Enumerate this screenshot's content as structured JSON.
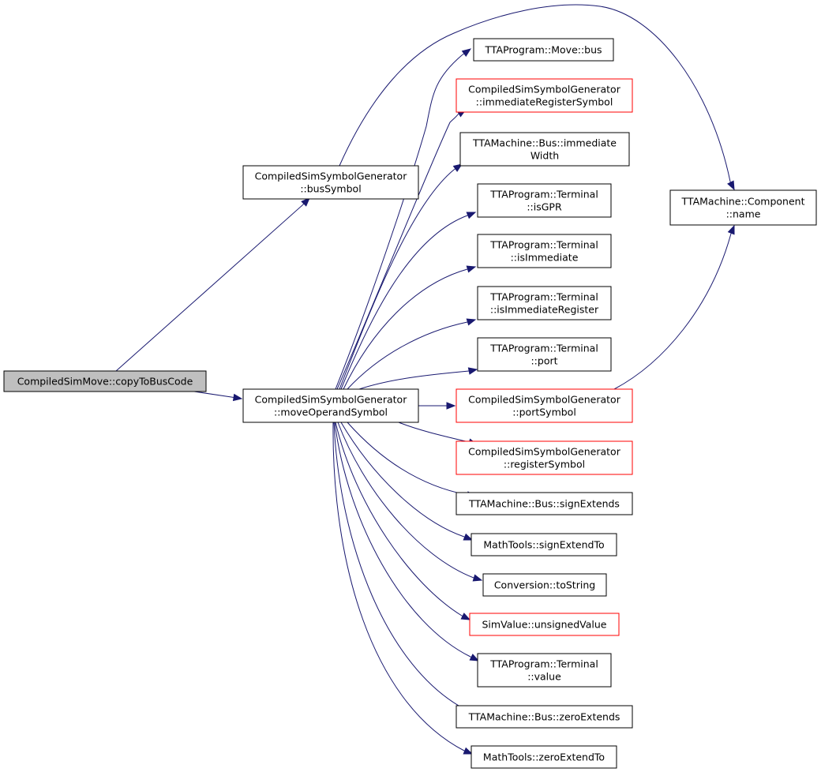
{
  "nodes": {
    "copyToBusCode": {
      "lines": [
        "CompiledSimMove::copyToBusCode"
      ],
      "root": true
    },
    "busSymbol": {
      "lines": [
        "CompiledSimSymbolGenerator",
        "::busSymbol"
      ]
    },
    "moveOperandSymbol": {
      "lines": [
        "CompiledSimSymbolGenerator",
        "::moveOperandSymbol"
      ]
    },
    "componentName": {
      "lines": [
        "TTAMachine::Component",
        "::name"
      ]
    },
    "moveBus": {
      "lines": [
        "TTAProgram::Move::bus"
      ]
    },
    "immediateRegisterSymbol": {
      "lines": [
        "CompiledSimSymbolGenerator",
        "::immediateRegisterSymbol"
      ],
      "red": true
    },
    "immediateWidth": {
      "lines": [
        "TTAMachine::Bus::immediate",
        "Width"
      ]
    },
    "isGPR": {
      "lines": [
        "TTAProgram::Terminal",
        "::isGPR"
      ]
    },
    "isImmediate": {
      "lines": [
        "TTAProgram::Terminal",
        "::isImmediate"
      ]
    },
    "isImmediateRegister": {
      "lines": [
        "TTAProgram::Terminal",
        "::isImmediateRegister"
      ]
    },
    "port": {
      "lines": [
        "TTAProgram::Terminal",
        "::port"
      ]
    },
    "portSymbol": {
      "lines": [
        "CompiledSimSymbolGenerator",
        "::portSymbol"
      ],
      "red": true
    },
    "registerSymbol": {
      "lines": [
        "CompiledSimSymbolGenerator",
        "::registerSymbol"
      ],
      "red": true
    },
    "signExtends": {
      "lines": [
        "TTAMachine::Bus::signExtends"
      ]
    },
    "signExtendTo": {
      "lines": [
        "MathTools::signExtendTo"
      ]
    },
    "toString": {
      "lines": [
        "Conversion::toString"
      ]
    },
    "unsignedValue": {
      "lines": [
        "SimValue::unsignedValue"
      ],
      "red": true
    },
    "value": {
      "lines": [
        "TTAProgram::Terminal",
        "::value"
      ]
    },
    "zeroExtends": {
      "lines": [
        "TTAMachine::Bus::zeroExtends"
      ]
    },
    "zeroExtendTo": {
      "lines": [
        "MathTools::zeroExtendTo"
      ]
    }
  },
  "edges": [
    [
      "copyToBusCode",
      "busSymbol"
    ],
    [
      "copyToBusCode",
      "moveOperandSymbol"
    ],
    [
      "busSymbol",
      "componentName"
    ],
    [
      "portSymbol",
      "componentName"
    ],
    [
      "moveOperandSymbol",
      "moveBus"
    ],
    [
      "moveOperandSymbol",
      "immediateRegisterSymbol"
    ],
    [
      "moveOperandSymbol",
      "immediateWidth"
    ],
    [
      "moveOperandSymbol",
      "isGPR"
    ],
    [
      "moveOperandSymbol",
      "isImmediate"
    ],
    [
      "moveOperandSymbol",
      "isImmediateRegister"
    ],
    [
      "moveOperandSymbol",
      "port"
    ],
    [
      "moveOperandSymbol",
      "portSymbol"
    ],
    [
      "moveOperandSymbol",
      "registerSymbol"
    ],
    [
      "moveOperandSymbol",
      "signExtends"
    ],
    [
      "moveOperandSymbol",
      "signExtendTo"
    ],
    [
      "moveOperandSymbol",
      "toString"
    ],
    [
      "moveOperandSymbol",
      "unsignedValue"
    ],
    [
      "moveOperandSymbol",
      "value"
    ],
    [
      "moveOperandSymbol",
      "zeroExtends"
    ],
    [
      "moveOperandSymbol",
      "zeroExtendTo"
    ]
  ],
  "colors": {
    "edge": "#191970",
    "node_border": "#000000",
    "node_border_incomplete": "#ff0000",
    "root_fill": "#bfbfbf",
    "node_fill": "#ffffff"
  }
}
